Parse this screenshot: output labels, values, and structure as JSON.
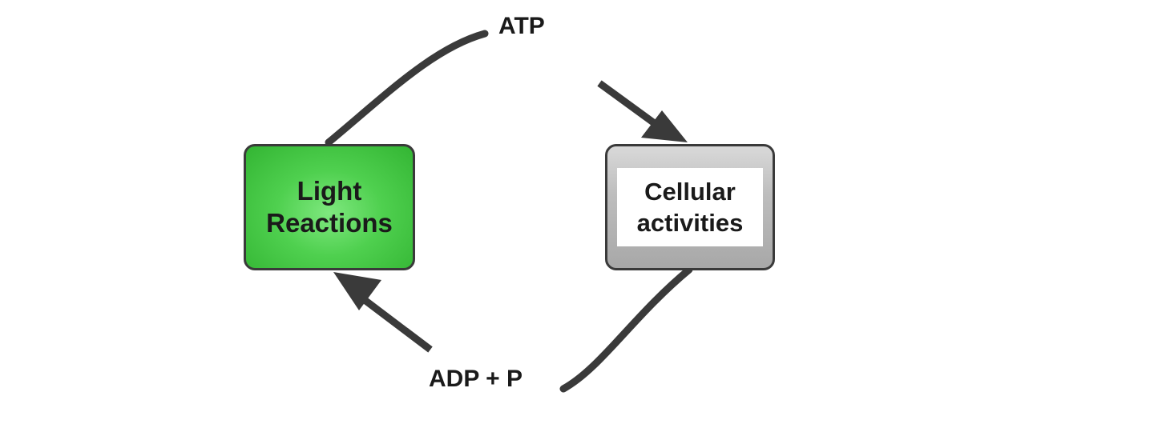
{
  "nodes": {
    "light_reactions": {
      "label": "Light\nReactions",
      "color": "#4fd04f"
    },
    "cellular_activities": {
      "label": "Cellular\nactivities",
      "color": "#bdbdbd"
    }
  },
  "flow_labels": {
    "atp": "ATP",
    "adp": "ADP + P"
  },
  "edges": [
    {
      "from": "light_reactions",
      "to": "cellular_activities",
      "via": "atp"
    },
    {
      "from": "cellular_activities",
      "to": "light_reactions",
      "via": "adp"
    }
  ],
  "colors": {
    "stroke": "#3a3a3a",
    "text": "#1a1a1a"
  }
}
